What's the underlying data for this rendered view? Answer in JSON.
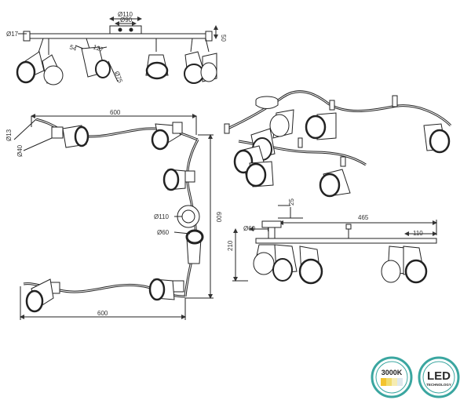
{
  "top_view": {
    "dims": {
      "d110": "Ø110",
      "d90": "Ø90",
      "h50": "50",
      "d17": "Ø17",
      "d54": "54",
      "l127": "127",
      "d75": "Ø75"
    }
  },
  "snake_plan": {
    "dims": {
      "w_top": "600",
      "d13": "Ø13",
      "d40": "Ø40",
      "h600": "600",
      "d110": "Ø110",
      "d60": "Ø60",
      "w_bottom": "600"
    }
  },
  "front_view": {
    "dims": {
      "h25": "25",
      "w465": "465",
      "d60": "Ø60",
      "l110": "110",
      "h210": "210"
    }
  },
  "badges": {
    "color_temp": {
      "label": "3000K",
      "colors": [
        "#f3c42f",
        "#f0dc6e",
        "#f6ecb2",
        "#dfe8ee"
      ]
    },
    "led": {
      "label": "LED",
      "sublabel": "TECHNOLOGY"
    },
    "accent": "#3aa6a0"
  }
}
